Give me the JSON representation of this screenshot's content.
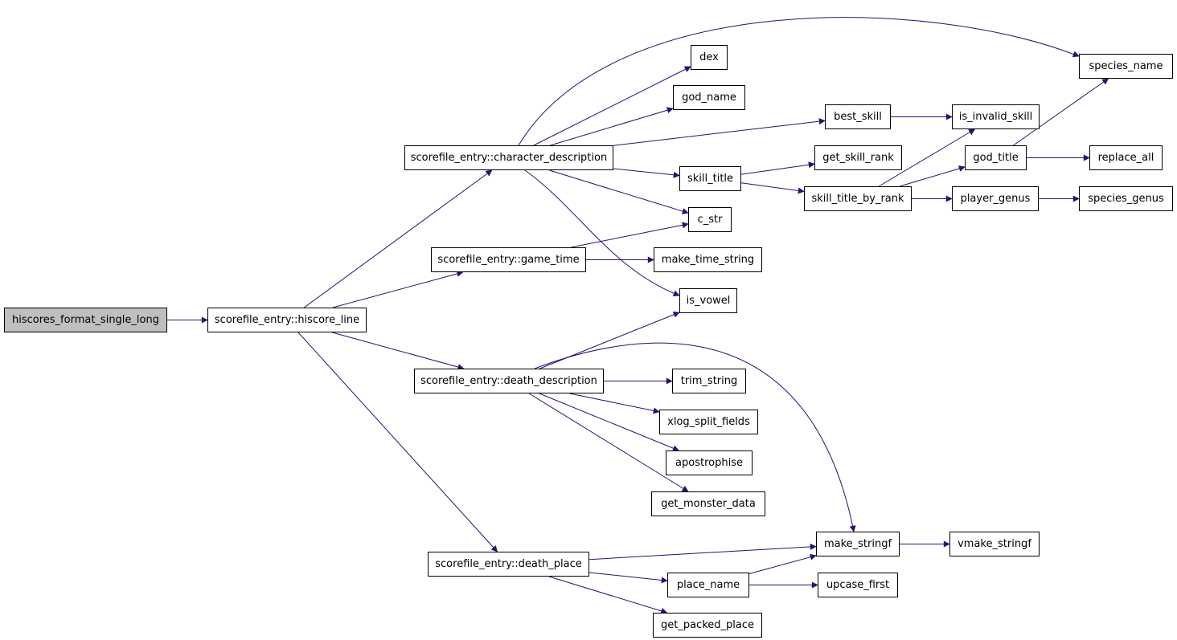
{
  "colors": {
    "edge": "#191970",
    "root_fill": "#bfbfbf",
    "node_fill": "#ffffff",
    "border": "#000000"
  },
  "nodes": {
    "hiscores_format_single_long": "hiscores_format_single_long",
    "hiscore_line": "scorefile_entry::hiscore_line",
    "character_description": "scorefile_entry::character_description",
    "game_time": "scorefile_entry::game_time",
    "death_description": "scorefile_entry::death_description",
    "death_place": "scorefile_entry::death_place",
    "dex": "dex",
    "god_name": "god_name",
    "skill_title": "skill_title",
    "c_str": "c_str",
    "make_time_string": "make_time_string",
    "is_vowel": "is_vowel",
    "trim_string": "trim_string",
    "xlog_split_fields": "xlog_split_fields",
    "apostrophise": "apostrophise",
    "get_monster_data": "get_monster_data",
    "make_stringf": "make_stringf",
    "place_name": "place_name",
    "get_packed_place": "get_packed_place",
    "best_skill": "best_skill",
    "get_skill_rank": "get_skill_rank",
    "skill_title_by_rank": "skill_title_by_rank",
    "upcase_first": "upcase_first",
    "is_invalid_skill": "is_invalid_skill",
    "god_title": "god_title",
    "player_genus": "player_genus",
    "vmake_stringf": "vmake_stringf",
    "species_name": "species_name",
    "replace_all": "replace_all",
    "species_genus": "species_genus"
  },
  "edges": [
    [
      "hiscores_format_single_long",
      "hiscore_line"
    ],
    [
      "hiscore_line",
      "character_description"
    ],
    [
      "hiscore_line",
      "game_time"
    ],
    [
      "hiscore_line",
      "death_description"
    ],
    [
      "hiscore_line",
      "death_place"
    ],
    [
      "character_description",
      "species_name"
    ],
    [
      "character_description",
      "dex"
    ],
    [
      "character_description",
      "god_name"
    ],
    [
      "character_description",
      "best_skill"
    ],
    [
      "character_description",
      "skill_title"
    ],
    [
      "character_description",
      "c_str"
    ],
    [
      "character_description",
      "is_vowel"
    ],
    [
      "game_time",
      "c_str"
    ],
    [
      "game_time",
      "make_time_string"
    ],
    [
      "death_description",
      "is_vowel"
    ],
    [
      "death_description",
      "make_stringf"
    ],
    [
      "death_description",
      "trim_string"
    ],
    [
      "death_description",
      "xlog_split_fields"
    ],
    [
      "death_description",
      "apostrophise"
    ],
    [
      "death_description",
      "get_monster_data"
    ],
    [
      "death_place",
      "make_stringf"
    ],
    [
      "death_place",
      "place_name"
    ],
    [
      "death_place",
      "get_packed_place"
    ],
    [
      "best_skill",
      "is_invalid_skill"
    ],
    [
      "skill_title",
      "get_skill_rank"
    ],
    [
      "skill_title",
      "skill_title_by_rank"
    ],
    [
      "skill_title_by_rank",
      "is_invalid_skill"
    ],
    [
      "skill_title_by_rank",
      "god_title"
    ],
    [
      "skill_title_by_rank",
      "player_genus"
    ],
    [
      "god_title",
      "species_name"
    ],
    [
      "god_title",
      "replace_all"
    ],
    [
      "player_genus",
      "species_genus"
    ],
    [
      "make_stringf",
      "vmake_stringf"
    ],
    [
      "place_name",
      "make_stringf"
    ],
    [
      "place_name",
      "upcase_first"
    ]
  ]
}
